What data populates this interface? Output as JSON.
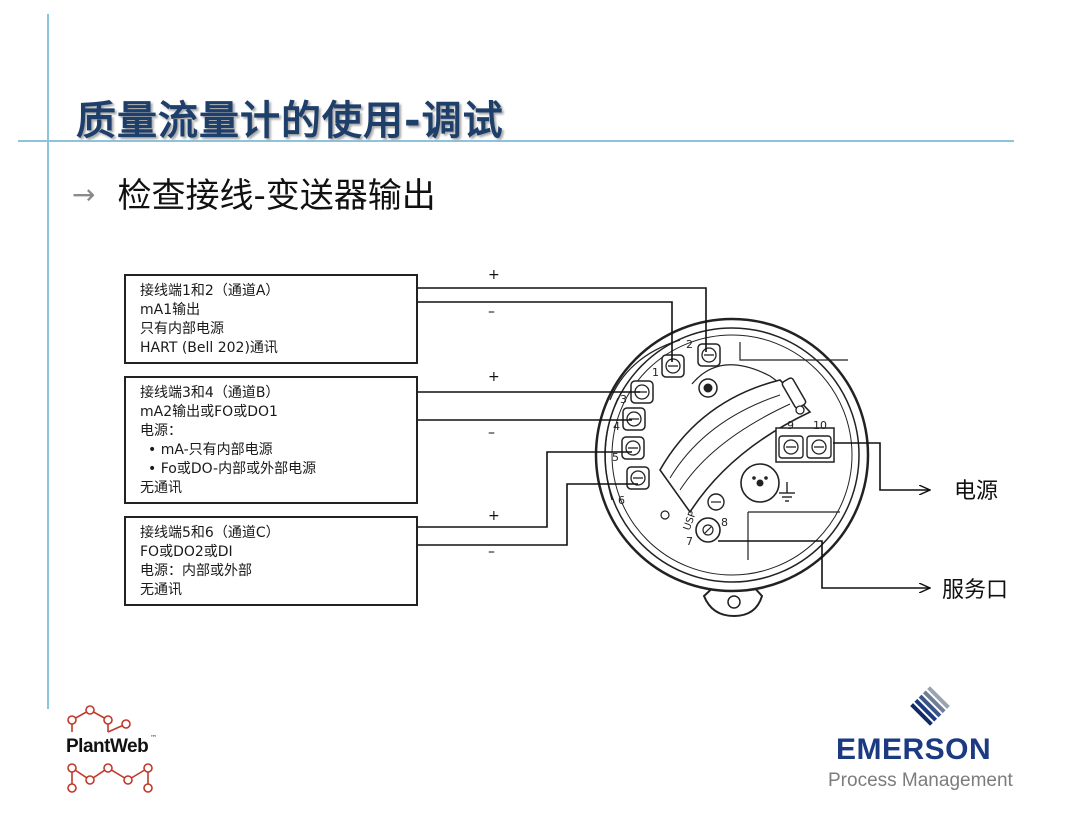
{
  "slide": {
    "title": "质量流量计的使用-调试",
    "subtitle_arrow": "→",
    "subtitle": "检查接线-变送器输出"
  },
  "channel_a": {
    "line1": "接线端1和2（通道A）",
    "line2": "mA1输出",
    "line3": "只有内部电源",
    "line4": "HART (Bell 202)通讯"
  },
  "channel_b": {
    "line1": "接线端3和4（通道B）",
    "line2": "mA2输出或FO或DO1",
    "line3": "电源：",
    "line4": "•  mA-只有内部电源",
    "line5": "•   Fo或DO-内部或外部电源",
    "line6": "无通讯"
  },
  "channel_c": {
    "line1": "接线端5和6（通道C）",
    "line2": "FO或DO2或DI",
    "line3": "电源：内部或外部",
    "line4": "无通讯"
  },
  "polarity": {
    "plus": "+",
    "minus": "–"
  },
  "outputs": {
    "power": "电源",
    "service_port": "服务口"
  },
  "terminal_labels": {
    "t1": "1",
    "t2": "2",
    "t3": "3",
    "t4": "4",
    "t5": "5",
    "t6": "6",
    "t7": "7",
    "t8": "8",
    "t9": "9",
    "t10": "10",
    "usp": "USP"
  },
  "logos": {
    "plantweb": "PlantWeb",
    "plantweb_tm": "™",
    "emerson": "EMERSON",
    "emerson_sub": "Process Management"
  },
  "colors": {
    "title": "#1f3f6b",
    "guide_lines": "#8fc3dc",
    "emerson_blue": "#1c3a82",
    "plantweb_red": "#c0392b"
  }
}
